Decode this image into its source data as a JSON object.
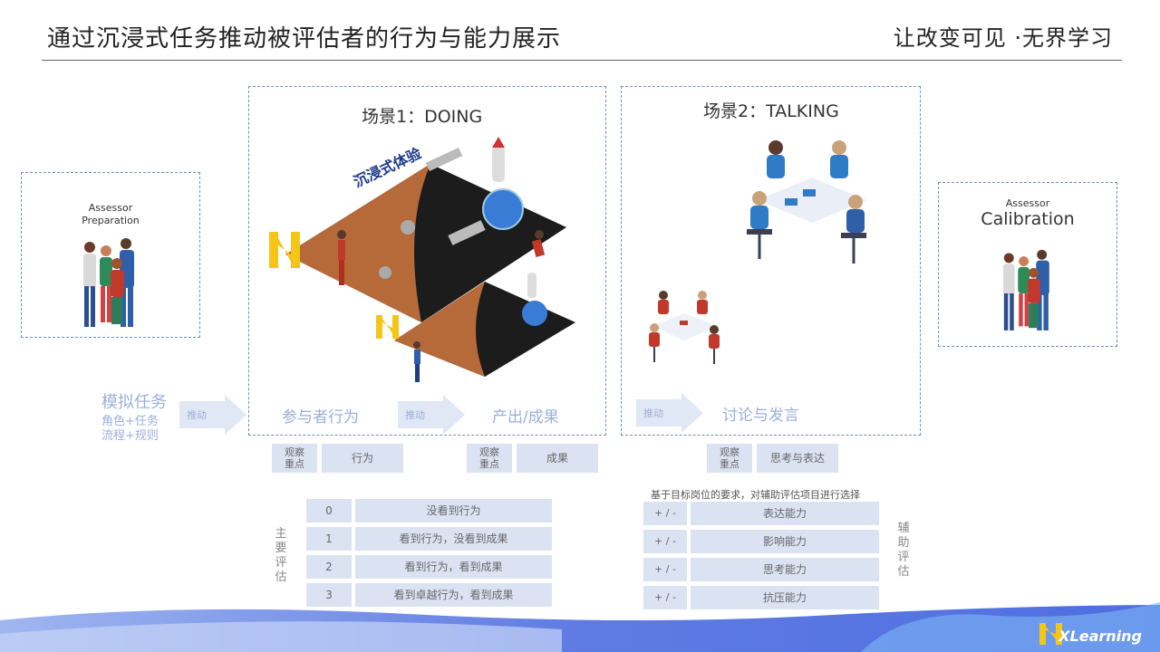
{
  "header": {
    "title": "通过沉浸式任务推动被评估者的行为与能力展示",
    "brand": "让改变可见 ·无界学习"
  },
  "prep": {
    "line1": "Assessor",
    "line2": "Preparation"
  },
  "calib": {
    "line1": "Assessor",
    "line2": "Calibration"
  },
  "scene1": {
    "title": "场景1：DOING",
    "badge_text": "沉浸式体验"
  },
  "scene2": {
    "title": "场景2：TALKING"
  },
  "flow": {
    "task_title": "模拟任务",
    "task_sub1": "角色+任务",
    "task_sub2": "流程+规则",
    "push": "推动",
    "participant": "参与者行为",
    "output": "产出/成果",
    "discuss": "讨论与发言"
  },
  "focus": {
    "label": "观察\n重点",
    "behavior": "行为",
    "result": "成果",
    "thinking": "思考与表达"
  },
  "primary": {
    "label": "主要评估",
    "rows": [
      {
        "score": "0",
        "text": "没看到行为"
      },
      {
        "score": "1",
        "text": "看到行为，没看到成果"
      },
      {
        "score": "2",
        "text": "看到行为，看到成果"
      },
      {
        "score": "3",
        "text": "看到卓越行为，看到成果"
      }
    ]
  },
  "aux": {
    "caption": "基于目标岗位的要求，对辅助评估项目进行选择",
    "label": "辅助评估",
    "rows": [
      {
        "mark": "+ / -",
        "text": "表达能力"
      },
      {
        "mark": "+ / -",
        "text": "影响能力"
      },
      {
        "mark": "+ / -",
        "text": "思考能力"
      },
      {
        "mark": "+ / -",
        "text": "抗压能力"
      }
    ]
  },
  "logo": {
    "text": "XLearning"
  },
  "colors": {
    "accent": "#9bb0d8",
    "cell": "#dbe3f3",
    "border": "#6e8fb3",
    "footer": "#4f6fe0"
  }
}
